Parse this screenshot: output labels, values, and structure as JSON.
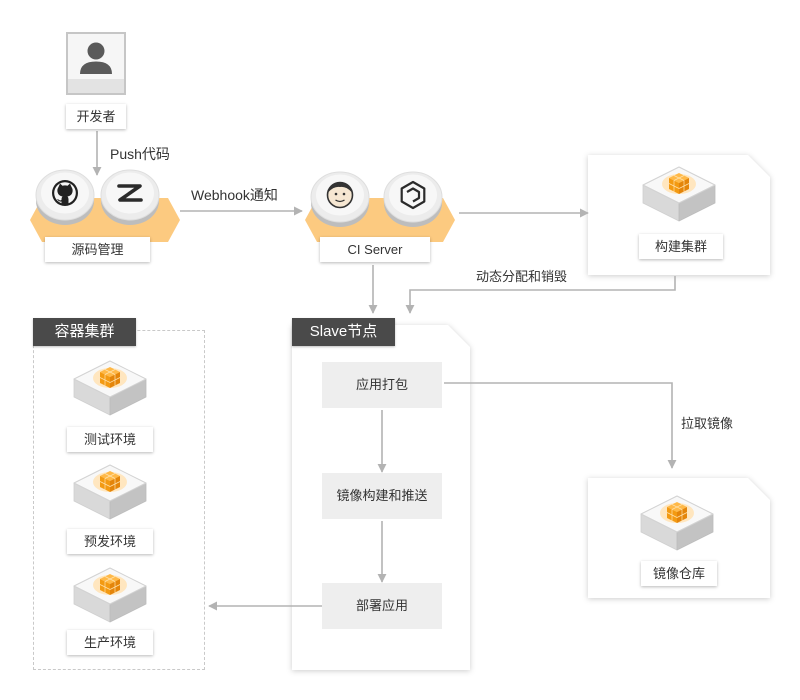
{
  "developer": {
    "label": "开发者",
    "icon": "user-icon"
  },
  "push_label": "Push代码",
  "source_control": {
    "label": "源码管理",
    "icons": [
      "github-icon",
      "code-host-icon"
    ]
  },
  "webhook_label": "Webhook通知",
  "ci_server": {
    "label": "CI Server",
    "icons": [
      "jenkins-icon",
      "hexagon-build-icon"
    ]
  },
  "build_cluster": {
    "label": "构建集群",
    "icon": "server-box-icon"
  },
  "dynamic_label": "动态分配和销毁",
  "slave_node": {
    "title": "Slave节点",
    "steps": [
      "应用打包",
      "镜像构建和推送",
      "部署应用"
    ]
  },
  "pull_label": "拉取镜像",
  "image_registry": {
    "label": "镜像仓库",
    "icon": "server-box-icon"
  },
  "container_cluster": {
    "title": "容器集群",
    "environments": [
      "测试环境",
      "预发环境",
      "生产环境"
    ]
  },
  "colors": {
    "accent_orange": "#f39a12",
    "band_orange": "#fcca80",
    "title_tag": "#4a4a4a",
    "connector": "#b3b3b3",
    "step_background": "#eeeeee"
  }
}
